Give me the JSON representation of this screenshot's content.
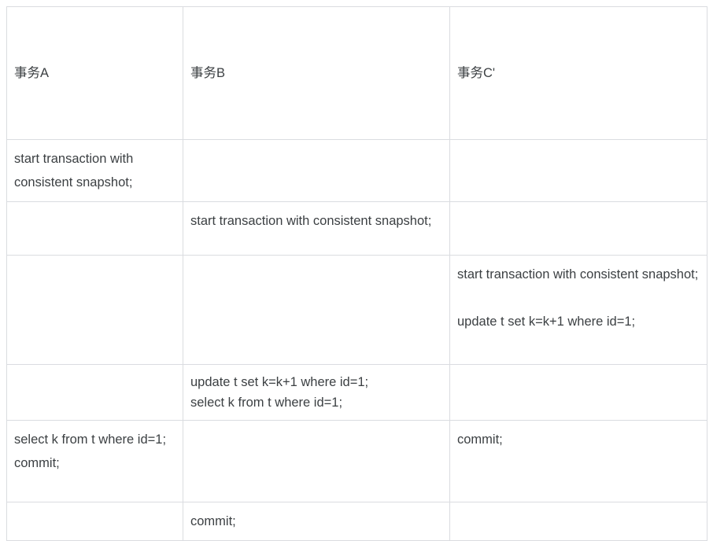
{
  "table": {
    "headers": [
      {
        "label": "事务A"
      },
      {
        "label": "事务B"
      },
      {
        "label": "事务C'"
      }
    ],
    "rows": [
      {
        "cells": [
          "start transaction with consistent snapshot;",
          "",
          ""
        ]
      },
      {
        "cells": [
          "",
          "start transaction with consistent snapshot;",
          ""
        ]
      },
      {
        "cells": [
          "",
          "",
          "start transaction with consistent snapshot;\n\nupdate t set k=k+1 where id=1;"
        ]
      },
      {
        "cells": [
          "",
          "update t set k=k+1 where id=1;\nselect k from t where id=1;",
          ""
        ]
      },
      {
        "cells": [
          "select k from t where id=1;\ncommit;",
          "",
          "commit;"
        ]
      },
      {
        "cells": [
          "",
          "commit;",
          ""
        ]
      }
    ]
  },
  "colors": {
    "border": "#dadce0",
    "text": "#3c4043",
    "background": "#ffffff"
  }
}
